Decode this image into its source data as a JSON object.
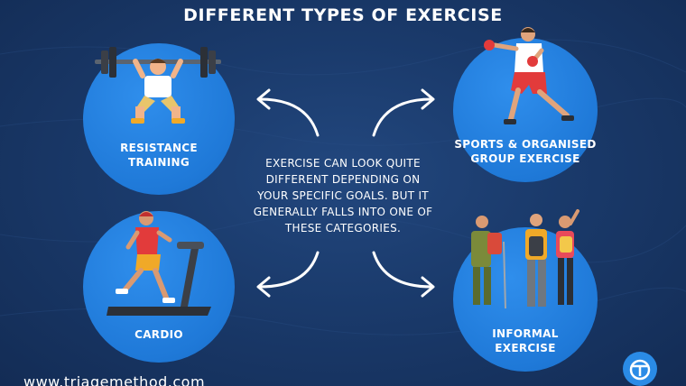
{
  "header": {
    "title": "DIFFERENT TYPES OF EXERCISE"
  },
  "center": {
    "text": "EXERCISE CAN LOOK QUITE DIFFERENT DEPENDING ON YOUR SPECIFIC GOALS. BUT IT GENERALLY FALLS INTO ONE OF THESE CATEGORIES."
  },
  "categories": [
    {
      "line1": "RESISTANCE",
      "line2": "TRAINING"
    },
    {
      "line1": "SPORTS & ORGANISED",
      "line2": "GROUP EXERCISE"
    },
    {
      "line1": "CARDIO",
      "line2": ""
    },
    {
      "line1": "INFORMAL",
      "line2": "EXERCISE"
    }
  ],
  "footer": {
    "url": "www.triagemethod.com"
  },
  "colors": {
    "background": "#1a3a6b",
    "circle": "#1f79d8",
    "text": "#ffffff",
    "logo": "#2a8be6"
  },
  "icons": {
    "resistance": "weightlifter-squat-icon",
    "sports": "boxer-icon",
    "cardio": "treadmill-runner-icon",
    "informal": "hikers-icon",
    "logo": "triage-method-logo-icon"
  }
}
